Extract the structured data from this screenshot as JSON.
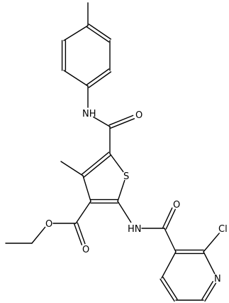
{
  "molecule": {
    "atoms": [
      {
        "id": "me_tol",
        "element": "C"
      },
      {
        "id": "r_c1",
        "element": "C"
      },
      {
        "id": "r_c2",
        "element": "C"
      },
      {
        "id": "r_c3",
        "element": "C"
      },
      {
        "id": "r_c4",
        "element": "C"
      },
      {
        "id": "r_c5",
        "element": "C"
      },
      {
        "id": "r_c6",
        "element": "C"
      },
      {
        "id": "n_amide1",
        "element": "N",
        "label": "NH"
      },
      {
        "id": "c_amide1",
        "element": "C"
      },
      {
        "id": "o_amide1",
        "element": "O",
        "label": "O"
      },
      {
        "id": "t_c5",
        "element": "C"
      },
      {
        "id": "t_s",
        "element": "S",
        "label": "S"
      },
      {
        "id": "t_c2",
        "element": "C"
      },
      {
        "id": "t_c3",
        "element": "C"
      },
      {
        "id": "t_c4",
        "element": "C"
      },
      {
        "id": "me_th",
        "element": "C"
      },
      {
        "id": "c_ester",
        "element": "C"
      },
      {
        "id": "o_ester_dbl",
        "element": "O",
        "label": "O"
      },
      {
        "id": "o_ester",
        "element": "O",
        "label": "O"
      },
      {
        "id": "c_ch2",
        "element": "C"
      },
      {
        "id": "c_ch3",
        "element": "C"
      },
      {
        "id": "n_amide2",
        "element": "N",
        "label": "HN"
      },
      {
        "id": "c_amide2",
        "element": "C"
      },
      {
        "id": "o_amide2",
        "element": "O",
        "label": "O"
      },
      {
        "id": "p_c3",
        "element": "C"
      },
      {
        "id": "p_c2",
        "element": "C"
      },
      {
        "id": "cl",
        "element": "Cl",
        "label": "Cl"
      },
      {
        "id": "p_n",
        "element": "N",
        "label": "N"
      },
      {
        "id": "p_c6",
        "element": "C"
      },
      {
        "id": "p_c5",
        "element": "C"
      },
      {
        "id": "p_c4",
        "element": "C"
      }
    ],
    "bonds": [
      {
        "a": "me_tol",
        "b": "r_c1",
        "order": 1
      },
      {
        "a": "r_c1",
        "b": "r_c2",
        "order": 2
      },
      {
        "a": "r_c2",
        "b": "r_c3",
        "order": 1
      },
      {
        "a": "r_c3",
        "b": "r_c4",
        "order": 2
      },
      {
        "a": "r_c4",
        "b": "r_c5",
        "order": 1
      },
      {
        "a": "r_c5",
        "b": "r_c6",
        "order": 2
      },
      {
        "a": "r_c6",
        "b": "r_c1",
        "order": 1
      },
      {
        "a": "r_c4",
        "b": "n_amide1",
        "order": 1
      },
      {
        "a": "n_amide1",
        "b": "c_amide1",
        "order": 1
      },
      {
        "a": "c_amide1",
        "b": "o_amide1",
        "order": 2
      },
      {
        "a": "c_amide1",
        "b": "t_c5",
        "order": 1
      },
      {
        "a": "t_c5",
        "b": "t_s",
        "order": 1
      },
      {
        "a": "t_s",
        "b": "t_c2",
        "order": 1
      },
      {
        "a": "t_c2",
        "b": "t_c3",
        "order": 2
      },
      {
        "a": "t_c3",
        "b": "t_c4",
        "order": 1
      },
      {
        "a": "t_c4",
        "b": "t_c5",
        "order": 2
      },
      {
        "a": "t_c4",
        "b": "me_th",
        "order": 1
      },
      {
        "a": "t_c3",
        "b": "c_ester",
        "order": 1
      },
      {
        "a": "c_ester",
        "b": "o_ester_dbl",
        "order": 2
      },
      {
        "a": "c_ester",
        "b": "o_ester",
        "order": 1
      },
      {
        "a": "o_ester",
        "b": "c_ch2",
        "order": 1
      },
      {
        "a": "c_ch2",
        "b": "c_ch3",
        "order": 1
      },
      {
        "a": "t_c2",
        "b": "n_amide2",
        "order": 1
      },
      {
        "a": "n_amide2",
        "b": "c_amide2",
        "order": 1
      },
      {
        "a": "c_amide2",
        "b": "o_amide2",
        "order": 2
      },
      {
        "a": "c_amide2",
        "b": "p_c3",
        "order": 1
      },
      {
        "a": "p_c3",
        "b": "p_c2",
        "order": 2
      },
      {
        "a": "p_c2",
        "b": "cl",
        "order": 1
      },
      {
        "a": "p_c2",
        "b": "p_n",
        "order": 1
      },
      {
        "a": "p_n",
        "b": "p_c6",
        "order": 2
      },
      {
        "a": "p_c6",
        "b": "p_c5",
        "order": 1
      },
      {
        "a": "p_c5",
        "b": "p_c4",
        "order": 2
      },
      {
        "a": "p_c4",
        "b": "p_c3",
        "order": 1
      }
    ]
  }
}
